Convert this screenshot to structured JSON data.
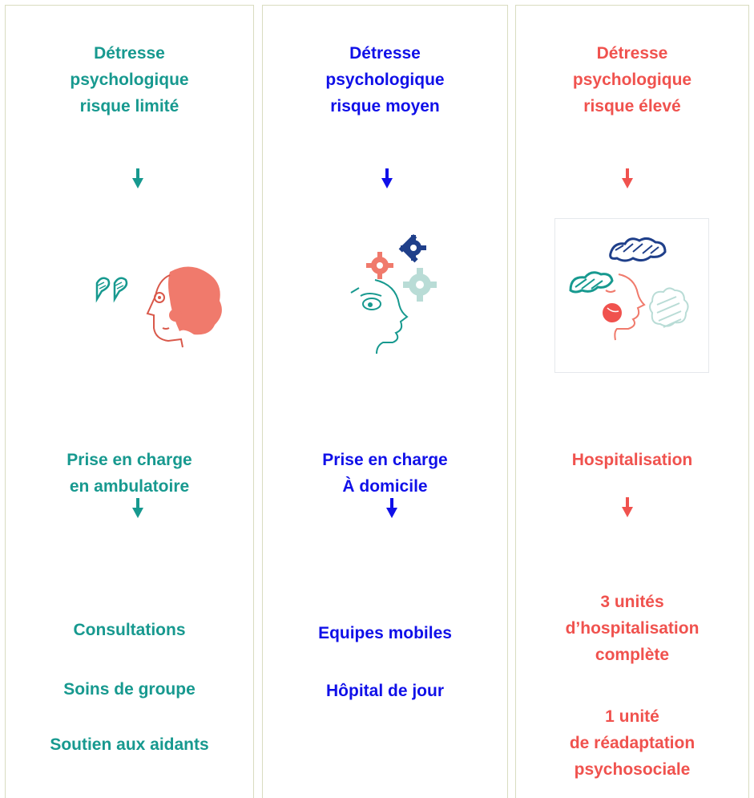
{
  "colors": {
    "low": "#17998f",
    "medium": "#1010e8",
    "high": "#f0524e"
  },
  "columns": [
    {
      "level": "low",
      "title": [
        "Détresse",
        "psychologique",
        "risque limité"
      ],
      "care": [
        "Prise en charge",
        "en ambulatoire"
      ],
      "services": [
        "Consultations",
        "Soins de groupe",
        "Soutien aux aidants"
      ],
      "illustration": "face-with-speech-marks"
    },
    {
      "level": "medium",
      "title": [
        "Détresse",
        "psychologique",
        "risque moyen"
      ],
      "care": [
        "Prise en charge",
        "À domicile"
      ],
      "services": [
        "Equipes mobiles",
        "Hôpital de jour"
      ],
      "illustration": "head-with-gears"
    },
    {
      "level": "high",
      "title": [
        "Détresse",
        "psychologique",
        "risque élevé"
      ],
      "care": [
        "Hospitalisation"
      ],
      "services": [
        "3 unités",
        "d’hospitalisation",
        "complète",
        "1 unité",
        "de réadaptation",
        "psychosociale"
      ],
      "illustration": "head-with-clouds"
    }
  ]
}
